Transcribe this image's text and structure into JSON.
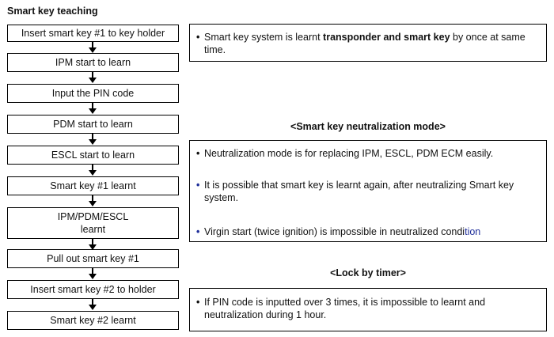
{
  "title": "Smart key teaching",
  "steps": [
    "Insert smart key #1 to key holder",
    "IPM start to learn",
    "Input the PIN code",
    "PDM start to learn",
    "ESCL start to learn",
    "Smart key #1 learnt",
    "IPM/PDM/ESCL",
    "learnt",
    "Pull out smart key #1",
    "Insert smart key #2 to holder",
    "Smart key #2 learnt"
  ],
  "notes": {
    "teaching": {
      "prefix": "Smart key system is learnt ",
      "bold": "transponder and smart key",
      "suffix": " by once at same  time."
    },
    "neutralization_heading": "<Smart key neutralization mode>",
    "neutralization": [
      "Neutralization mode is for replacing IPM, ESCL, PDM ECM easily.",
      "It is possible that smart key is learnt again, after neutralizing Smart key system.",
      "Virgin start (twice ignition) is impossible in neutralized condi",
      "tion"
    ],
    "lock_heading": "<Lock by timer>",
    "lock": "If PIN code is inputted over 3 times, it is impossible to learnt and neutralization during 1 hour."
  },
  "colors": {
    "border": "#000000",
    "text": "#111111",
    "accent_bullet": "#1f2f9a"
  }
}
